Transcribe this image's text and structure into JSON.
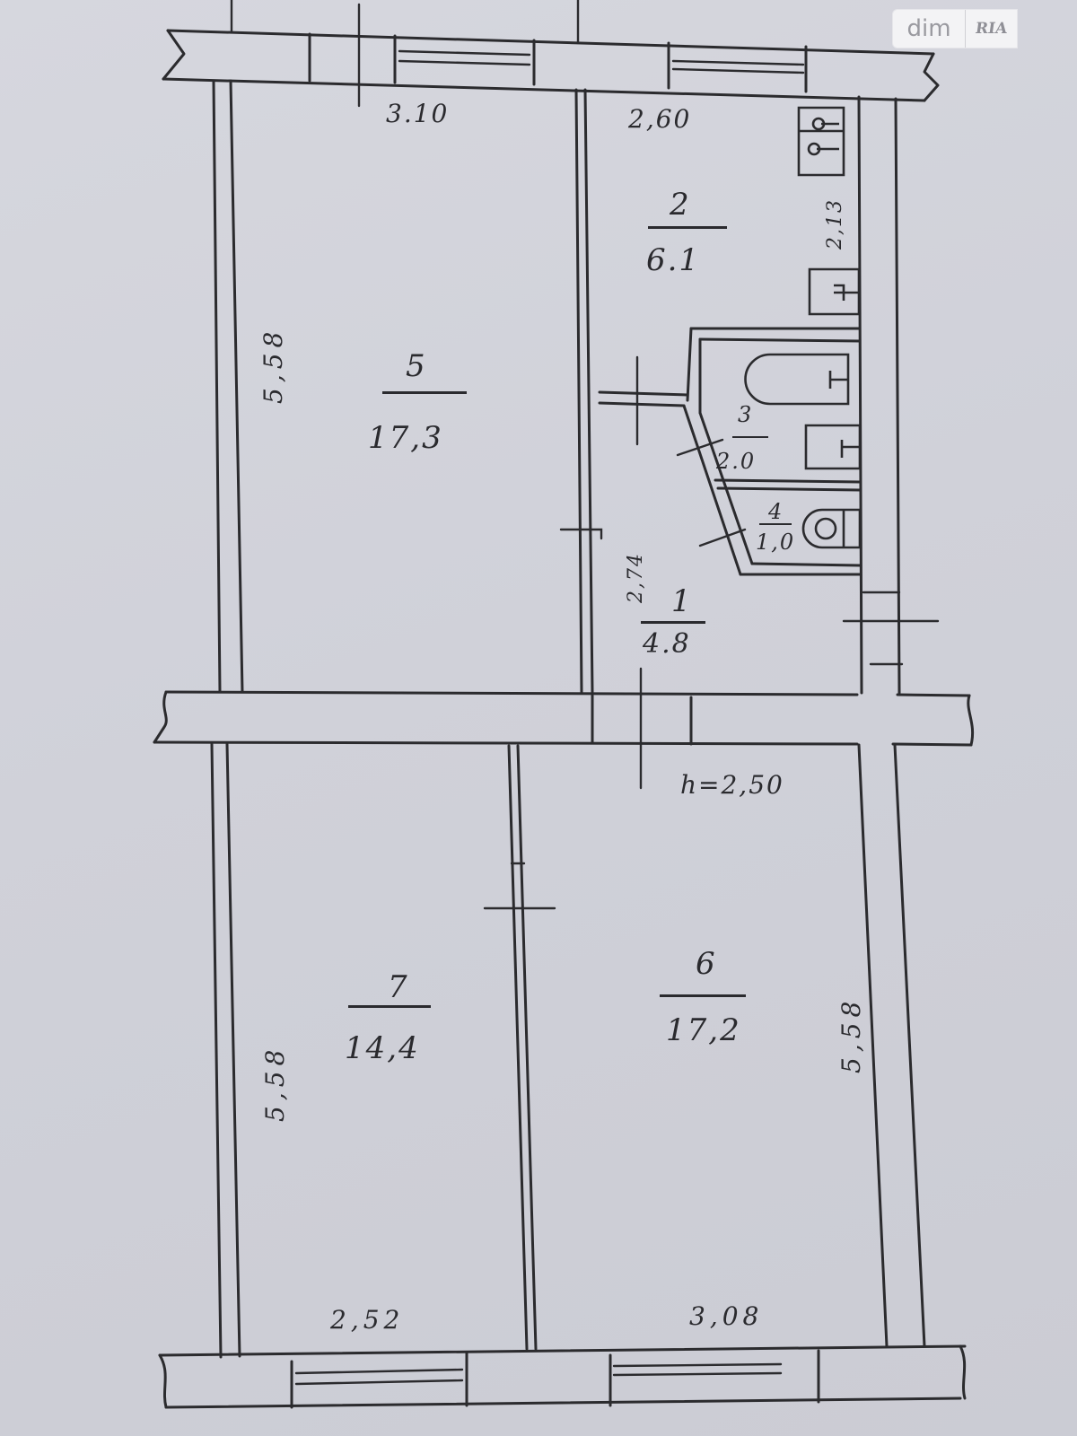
{
  "watermark": {
    "left_text": "dim",
    "right_text": "RIA"
  },
  "ceiling_height_label": "h=2,50",
  "rooms": [
    {
      "number": "1",
      "area": "4.8",
      "type": "hallway"
    },
    {
      "number": "2",
      "area": "6.1",
      "type": "kitchen"
    },
    {
      "number": "3",
      "area": "2.0",
      "type": "bathroom"
    },
    {
      "number": "4",
      "area": "1,0",
      "type": "toilet"
    },
    {
      "number": "5",
      "area": "17,3",
      "type": "room"
    },
    {
      "number": "6",
      "area": "17,2",
      "type": "room"
    },
    {
      "number": "7",
      "area": "14,4",
      "type": "room"
    }
  ],
  "dimensions": {
    "room5_width": "3.10",
    "room5_length": "5,58",
    "room2_width": "2,60",
    "room2_length": "2,13",
    "room1_length": "2,74",
    "room7_width": "2,52",
    "room7_length": "5,58",
    "room6_width": "3,08",
    "room6_length": "5,58"
  },
  "colors": {
    "paper": "#d2d3da",
    "ink": "#2b2b2e",
    "watermark_bg": "#f3f3f5",
    "watermark_text": "#9a9aa0"
  }
}
